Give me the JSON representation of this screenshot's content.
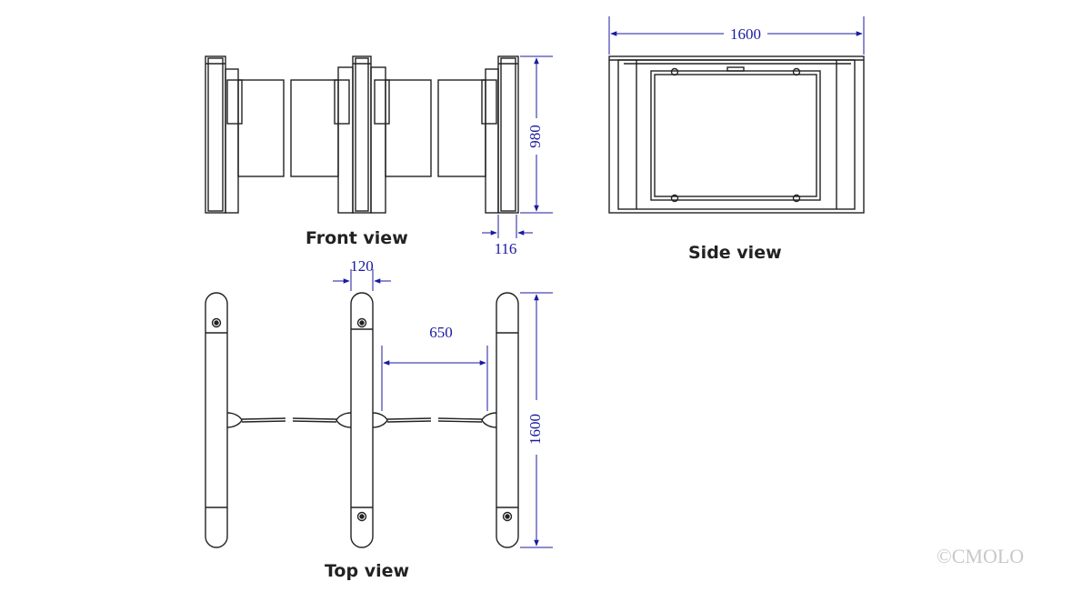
{
  "views": {
    "front": "Front view",
    "side": "Side view",
    "top": "Top view"
  },
  "dimensions": {
    "front_height": "980",
    "front_width": "116",
    "side_length": "1600",
    "top_width": "120",
    "top_gap": "650",
    "top_length": "1600"
  },
  "watermark": "©CMOLO",
  "colors": {
    "line": "#222222",
    "dimension": "#1a1aa0",
    "watermark": "#c8c8c8"
  }
}
